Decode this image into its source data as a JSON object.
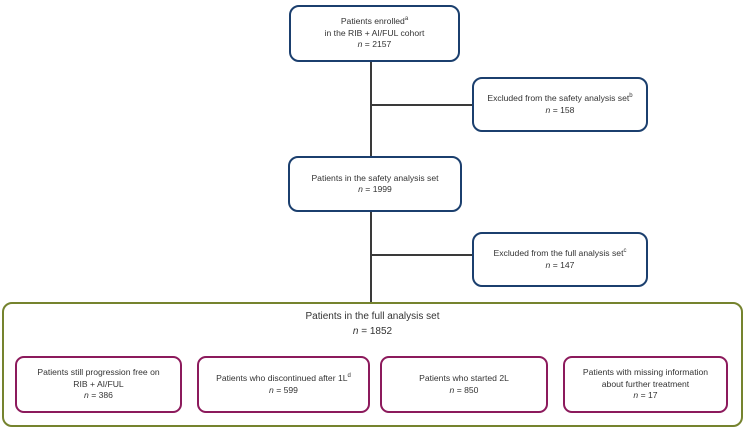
{
  "colors": {
    "navy_border": "#1b3f6e",
    "green_border": "#75832e",
    "purple_border": "#8c1a5c",
    "connector": "#3a3a3a",
    "text": "#333333"
  },
  "boxes": {
    "enrolled": {
      "line1": "Patients enrolled",
      "sup1": "a",
      "line2": "in the RIB + AI/FUL cohort",
      "n_label": "n",
      "n_value": " = 2157"
    },
    "excluded_safety": {
      "line1": "Excluded from the safety analysis set",
      "sup1": "b",
      "n_label": "n",
      "n_value": " = 158"
    },
    "safety_set": {
      "line1": "Patients in the safety analysis set",
      "n_label": "n",
      "n_value": " = 1999"
    },
    "excluded_full": {
      "line1": "Excluded from the full analysis set",
      "sup1": "c",
      "n_label": "n",
      "n_value": " = 147"
    },
    "full_set": {
      "line1": "Patients in the full analysis set",
      "n_label": "n",
      "n_value": " = 1852"
    },
    "progression_free": {
      "line1": "Patients still progression free on",
      "line2": "RIB + AI/FUL",
      "n_label": "n",
      "n_value": " = 386"
    },
    "discontinued": {
      "line1": "Patients who discontinued after 1L",
      "sup1": "d",
      "n_label": "n",
      "n_value": " = 599"
    },
    "started_2l": {
      "line1": "Patients who started 2L",
      "n_label": "n",
      "n_value": " = 850"
    },
    "missing_info": {
      "line1": "Patients with missing information",
      "line2": "about further treatment",
      "n_label": "n",
      "n_value": " = 17"
    }
  }
}
